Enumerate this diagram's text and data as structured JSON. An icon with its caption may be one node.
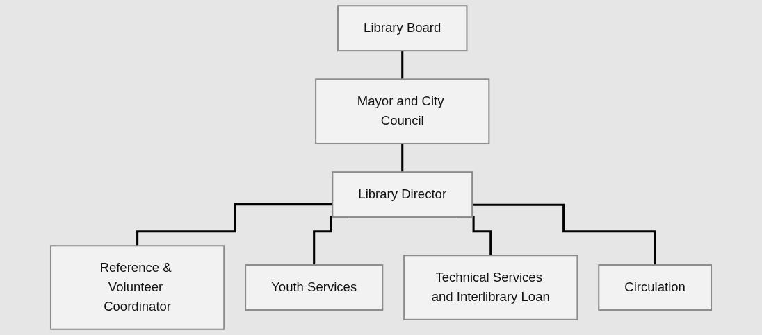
{
  "diagram": {
    "nodes": [
      {
        "text": [
          "Mayor and City Council"
        ]
      },
      {
        "text": [
          "Library Board"
        ]
      },
      {
        "text": [
          "Library Director"
        ]
      },
      {
        "text": [
          "Reference & Volunteer Coordinator"
        ]
      },
      {
        "text": [
          "Youth Services"
        ]
      },
      {
        "text": [
          "Technical Services and Interlibrary Loan"
        ]
      },
      {
        "text": [
          "Circulation"
        ]
      }
    ],
    "edges": [
      {
        "from": 0,
        "to": 2,
        "arrow": "none"
      },
      {
        "from": 1,
        "to": 0,
        "arrow": "none"
      },
      {
        "from": 2,
        "to": 3,
        "arrow": "none"
      },
      {
        "from": 2,
        "to": 4,
        "arrow": "none"
      },
      {
        "from": 2,
        "to": 5,
        "arrow": "none"
      },
      {
        "from": 2,
        "to": 6,
        "arrow": "none"
      }
    ]
  }
}
